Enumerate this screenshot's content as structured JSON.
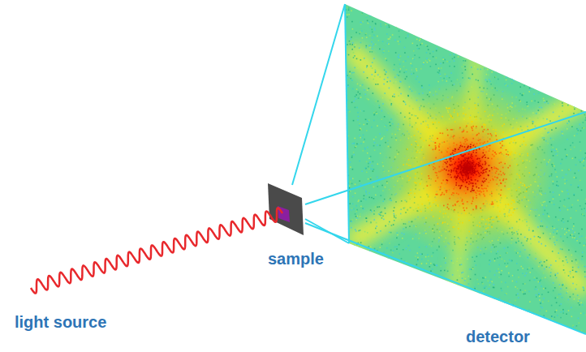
{
  "diagram": {
    "labels": [
      "light source",
      "sample",
      "detector"
    ]
  }
}
